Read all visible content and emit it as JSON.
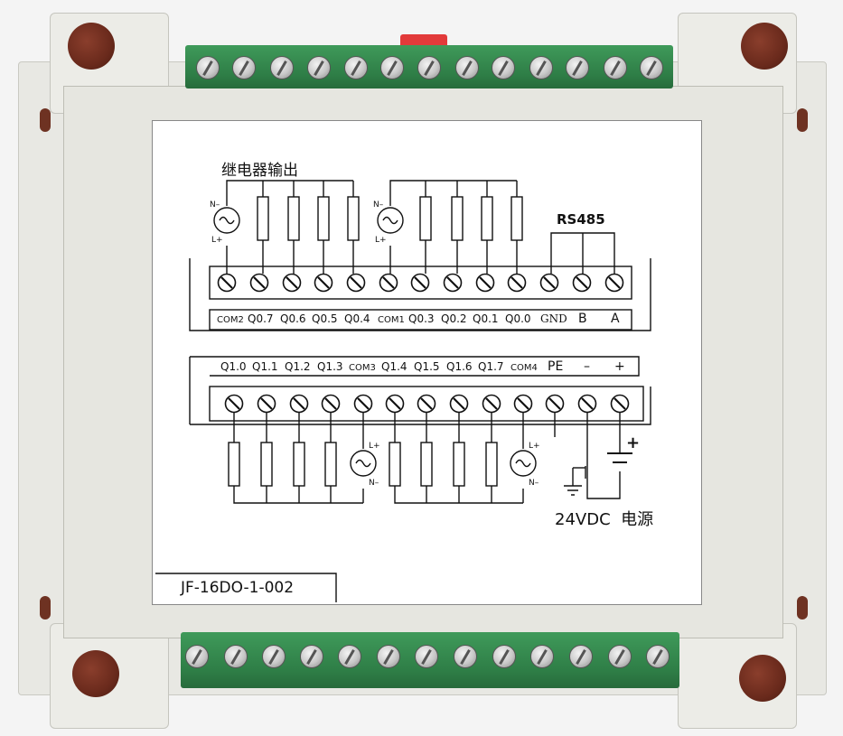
{
  "relay_output_title": "继电器输出",
  "rs485_label": "RS485",
  "top_terminal_labels": [
    "COM2",
    "Q0.7",
    "Q0.6",
    "Q0.5",
    "Q0.4",
    "COM1",
    "Q0.3",
    "Q0.2",
    "Q0.1",
    "Q0.0",
    "GND",
    "B",
    "A"
  ],
  "bottom_terminal_labels": [
    "Q1.0",
    "Q1.1",
    "Q1.2",
    "Q1.3",
    "COM3",
    "Q1.4",
    "Q1.5",
    "Q1.6",
    "Q1.7",
    "COM4",
    "PE",
    "–",
    "+"
  ],
  "ac_source_top_label": "N–",
  "ac_source_bottom_label": "L+",
  "ac_source_b_top_label": "L+",
  "ac_source_b_bottom_label": "N–",
  "dc_plus_label": "+",
  "power_label": "24VDC  电源",
  "model_number": "JF-16DO-1-002",
  "colors": {
    "enclosure": "#e6e6e0",
    "terminal_block": "#2e7d46",
    "mount_hole": "#6a2a1c",
    "panel": "#ffffff",
    "knob": "#e23a3a"
  }
}
